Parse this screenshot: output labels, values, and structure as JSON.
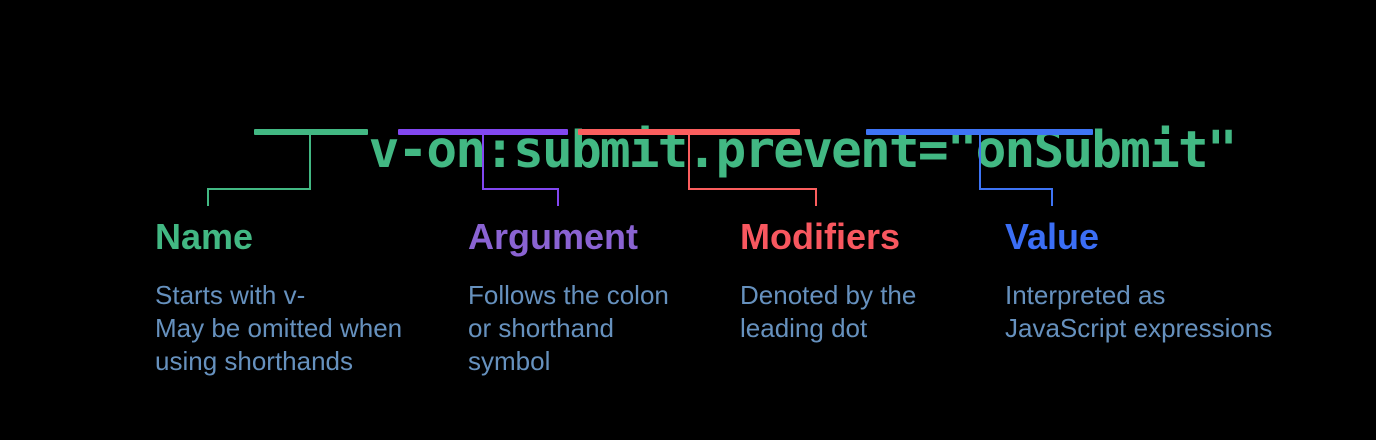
{
  "diagram": {
    "background_color": "#000000",
    "code": {
      "full_text": "v-on:submit.prevent=\"onSubmit\"",
      "color": "#42b883",
      "tokens": [
        {
          "id": "directive-name",
          "text": "v-on"
        },
        {
          "id": "colon",
          "text": ":"
        },
        {
          "id": "argument",
          "text": "submit"
        },
        {
          "id": "dot",
          "text": "."
        },
        {
          "id": "modifiers",
          "text": "prevent"
        },
        {
          "id": "equals-open-quote",
          "text": "=\""
        },
        {
          "id": "value",
          "text": "onSubmit"
        },
        {
          "id": "close-quote",
          "text": "\""
        }
      ]
    },
    "description_color": "#6691be",
    "groups": [
      {
        "id": "name",
        "label": "Name",
        "label_color": "#42b883",
        "bar_color": "#42b883",
        "description_lines": [
          "Starts with v-",
          "May be omitted when",
          "using shorthands"
        ]
      },
      {
        "id": "argument",
        "label": "Argument",
        "label_color": "#8a63d2",
        "bar_color": "#8247f0",
        "description_lines": [
          "Follows the colon",
          "or shorthand",
          "symbol"
        ]
      },
      {
        "id": "modifiers",
        "label": "Modifiers",
        "label_color": "#f8575f",
        "bar_color": "#fb5e5e",
        "description_lines": [
          "Denoted by the",
          "leading dot"
        ]
      },
      {
        "id": "value",
        "label": "Value",
        "label_color": "#3b6ef5",
        "bar_color": "#3e74f5",
        "description_lines": [
          "Interpreted as",
          "JavaScript expressions"
        ]
      }
    ]
  }
}
